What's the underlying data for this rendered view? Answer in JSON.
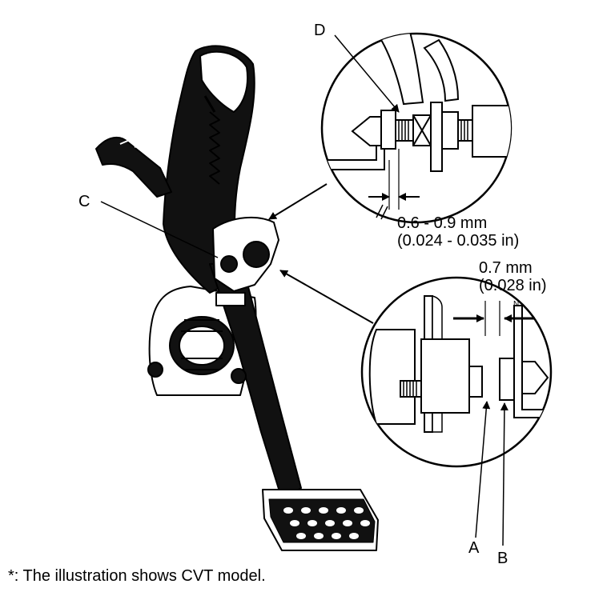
{
  "callouts": {
    "A": "A",
    "B": "B",
    "C": "C",
    "D": "D"
  },
  "spec_upper": {
    "line1": "0.6 - 0.9 mm",
    "line2": "(0.024 - 0.035 in)"
  },
  "spec_lower": {
    "line1": "0.7 mm",
    "line2": "(0.028 in)"
  },
  "part_mark": "N",
  "footnote": "*: The illustration shows CVT model.",
  "colors": {
    "ink": "#000000",
    "paper": "#ffffff"
  }
}
